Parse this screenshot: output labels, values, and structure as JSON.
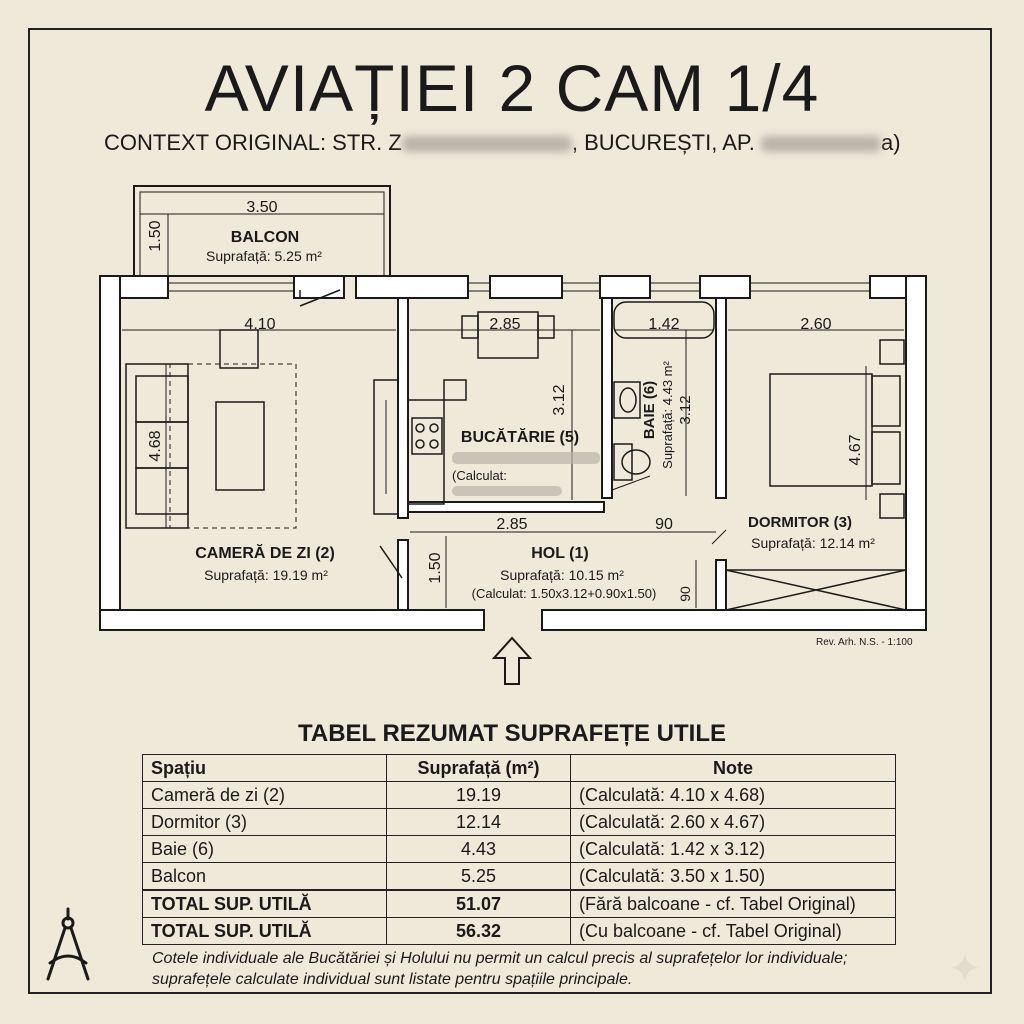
{
  "title": "AVIAȚIEI 2 CAM 1/4",
  "subtitle": {
    "prefix": "CONTEXT ORIGINAL: STR. Z",
    "middle": ", BUCUREȘTI, AP. ",
    "suffix": "a)"
  },
  "plan": {
    "balcon": {
      "name": "BALCON",
      "area": "Suprafață: 5.25 m²",
      "width": "3.50",
      "depth": "1.50"
    },
    "camera": {
      "name": "CAMERĂ DE ZI (2)",
      "area": "Suprafață: 19.19 m²",
      "width": "4.10",
      "depth": "4.68"
    },
    "bucatarie": {
      "name": "BUCĂTĂRIE (5)",
      "calc": "(Calculat:",
      "width": "2.85",
      "depth": "3.12"
    },
    "baie": {
      "name": "BAIE (6)",
      "area": "Suprafață: 4.43 m²",
      "width": "1.42",
      "depth": "3.12"
    },
    "dormitor": {
      "name": "DORMITOR (3)",
      "area": "Suprafață: 12.14 m²",
      "width": "2.60",
      "depth": "4.67"
    },
    "hol": {
      "name": "HOL (1)",
      "area": "Suprafață: 10.15 m²",
      "calc": "(Calculat: 1.50x3.12+0.90x1.50)",
      "width1": "2.85",
      "width2": "90",
      "depth1": "1.50",
      "depth2": "90"
    },
    "revision": "Rev. Arh. N.S. - 1:100"
  },
  "table": {
    "title": "TABEL REZUMAT SUPRAFEȚE UTILE",
    "headers": [
      "Spațiu",
      "Suprafață (m²)",
      "Note"
    ],
    "rows": [
      [
        "Cameră de zi (2)",
        "19.19",
        "(Calculată: 4.10 x 4.68)"
      ],
      [
        "Dormitor (3)",
        "12.14",
        "(Calculată: 2.60 x 4.67)"
      ],
      [
        "Baie (6)",
        "4.43",
        "(Calculată: 1.42 x 3.12)"
      ],
      [
        "Balcon",
        "5.25",
        "(Calculată: 3.50 x 1.50)"
      ]
    ],
    "totals": [
      [
        "TOTAL SUP. UTILĂ",
        "51.07",
        "(Fără balcoane - cf. Tabel Original)"
      ],
      [
        "TOTAL SUP. UTILĂ",
        "56.32",
        "(Cu balcoane - cf. Tabel Original)"
      ]
    ]
  },
  "footnote": "Cotele individuale ale Bucătăriei și Holului nu permit un calcul precis al suprafețelor lor individuale; suprafețele calculate individual sunt listate pentru spațiile principale.",
  "icons": {
    "logo": "compass-divider-icon",
    "entrance": "entrance-arrow-icon"
  }
}
